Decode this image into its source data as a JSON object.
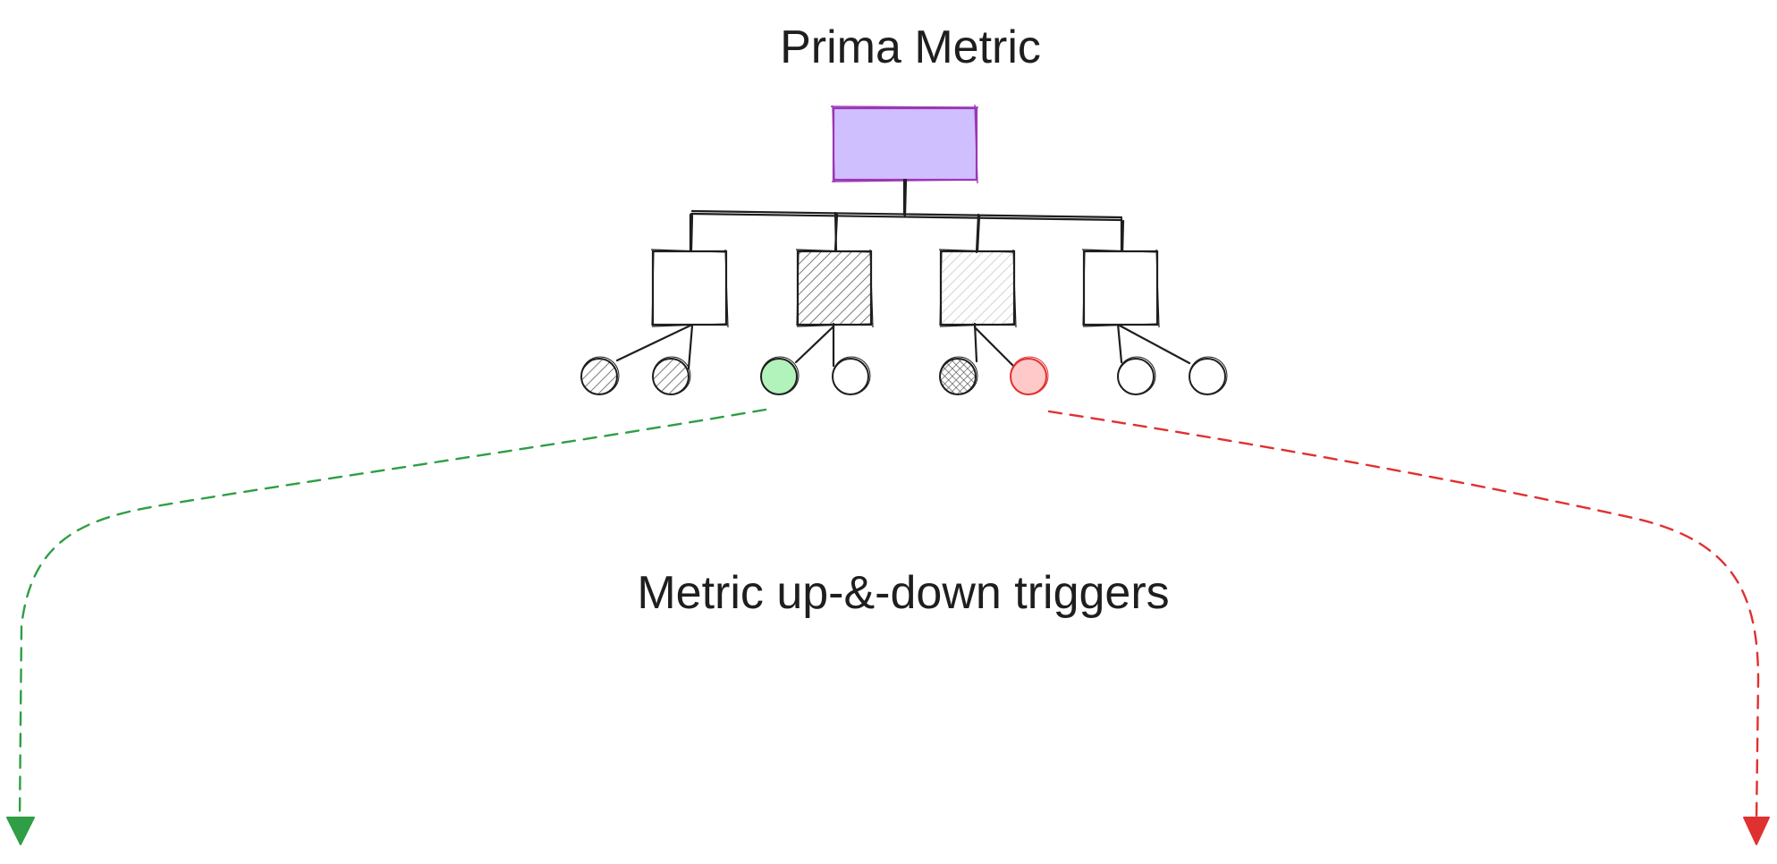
{
  "diagram": {
    "title": "Prima Metric",
    "subtitle": "Metric up-&-down triggers",
    "colors": {
      "stroke": "#1e1e1e",
      "root_fill": "#d0bfff",
      "root_stroke": "#9c36b5",
      "hatch_dark": "#5a5a5a",
      "hatch_light": "#c8c8d0",
      "up_fill": "#b2f2bb",
      "up_stroke": "#2f9e44",
      "down_fill": "#ffc9c9",
      "down_stroke": "#e03131",
      "up_arrow": "#2f9e44",
      "down_arrow": "#e03131"
    },
    "root": {
      "fill": "solid-purple"
    },
    "children": [
      {
        "fill": "none",
        "leaves": [
          "hatch-dark",
          "hatch-dark"
        ]
      },
      {
        "fill": "hatch-dark",
        "leaves": [
          "solid-green",
          "none"
        ]
      },
      {
        "fill": "hatch-light",
        "leaves": [
          "cross-hatch",
          "solid-red"
        ]
      },
      {
        "fill": "none",
        "leaves": [
          "none",
          "none"
        ]
      }
    ],
    "triggers": [
      {
        "kind": "up",
        "from_leaf": "child-2-leaf-1",
        "arrow_color": "green",
        "style": "dashed"
      },
      {
        "kind": "down",
        "from_leaf": "child-3-leaf-2",
        "arrow_color": "red",
        "style": "dashed"
      }
    ]
  }
}
